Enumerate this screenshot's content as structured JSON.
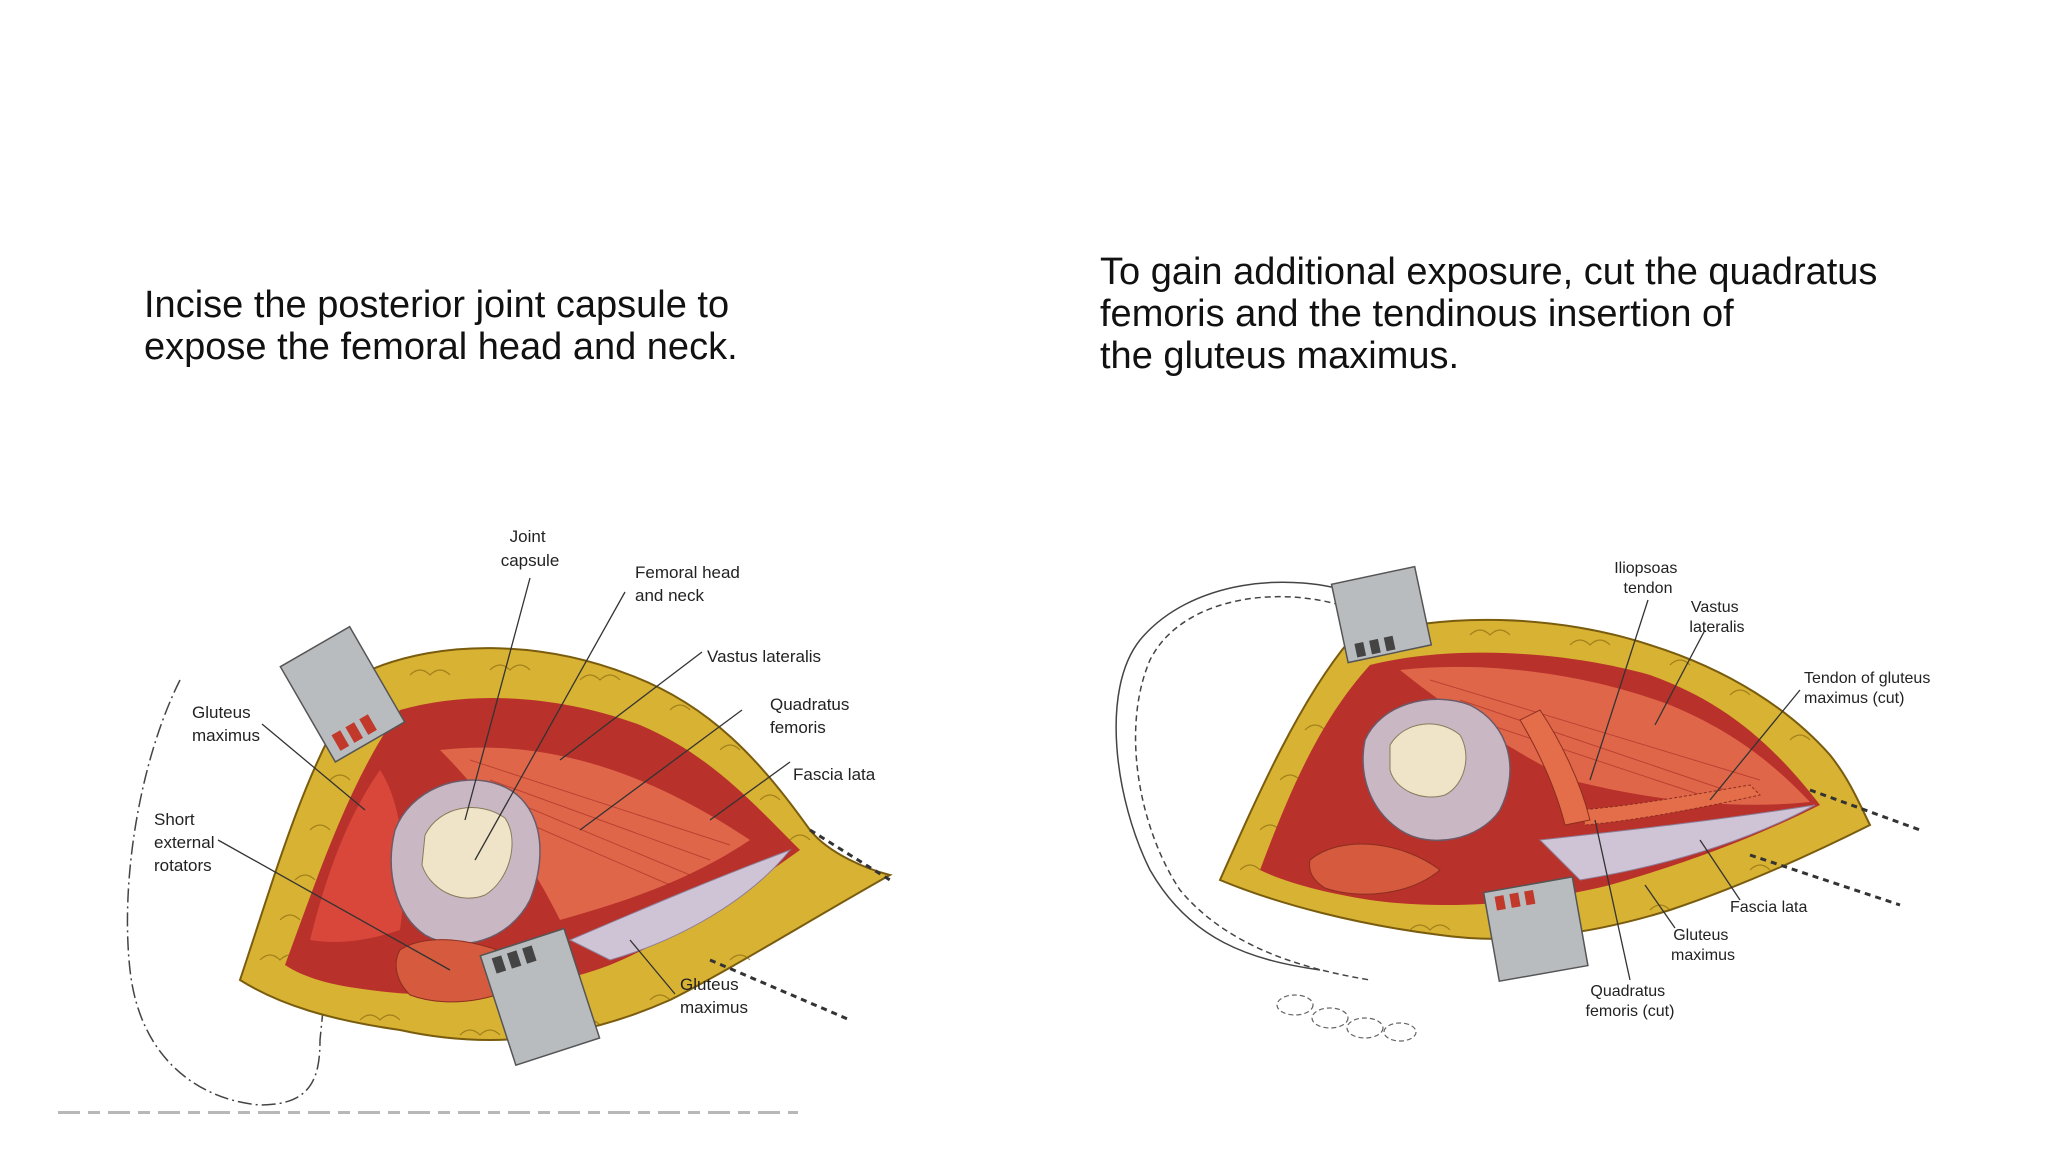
{
  "slide": {
    "left_caption": [
      "Incise the posterior joint capsule to",
      "expose the femoral head and neck."
    ],
    "right_caption": [
      "To gain additional exposure, cut the quadratus",
      "femoris and the tendinous insertion of",
      "the gluteus maximus."
    ]
  },
  "figure_left": {
    "labels": {
      "joint_capsule": [
        "Joint",
        "capsule"
      ],
      "femoral_head_neck": [
        "Femoral head",
        "and neck"
      ],
      "vastus_lateralis": [
        "Vastus lateralis"
      ],
      "quadratus_femoris": [
        "Quadratus",
        "femoris"
      ],
      "fascia_lata": [
        "Fascia lata"
      ],
      "gluteus_maximus_top": [
        "Gluteus",
        "maximus"
      ],
      "short_external_rotators": [
        "Short",
        "external",
        "rotators"
      ],
      "gluteus_maximus_bottom": [
        "Gluteus",
        "maximus"
      ]
    }
  },
  "figure_right": {
    "labels": {
      "iliopsoas_tendon": [
        "Iliopsoas",
        "tendon"
      ],
      "vastus_lateralis": [
        "Vastus",
        "lateralis"
      ],
      "tendon_gluteus_maximus_cut": [
        "Tendon of gluteus",
        "maximus (cut)"
      ],
      "fascia_lata": [
        "Fascia lata"
      ],
      "gluteus_maximus": [
        "Gluteus",
        "maximus"
      ],
      "quadratus_femoris_cut": [
        "Quadratus",
        "femoris (cut)"
      ]
    }
  },
  "colors": {
    "fat": "#d8b233",
    "fat_outline": "#8a6a10",
    "muscle": "#c8382e",
    "muscle_light": "#e0664a",
    "capsule": "#c9b8c4",
    "bone": "#efe4c8",
    "retractor": "#b9bcbf"
  }
}
